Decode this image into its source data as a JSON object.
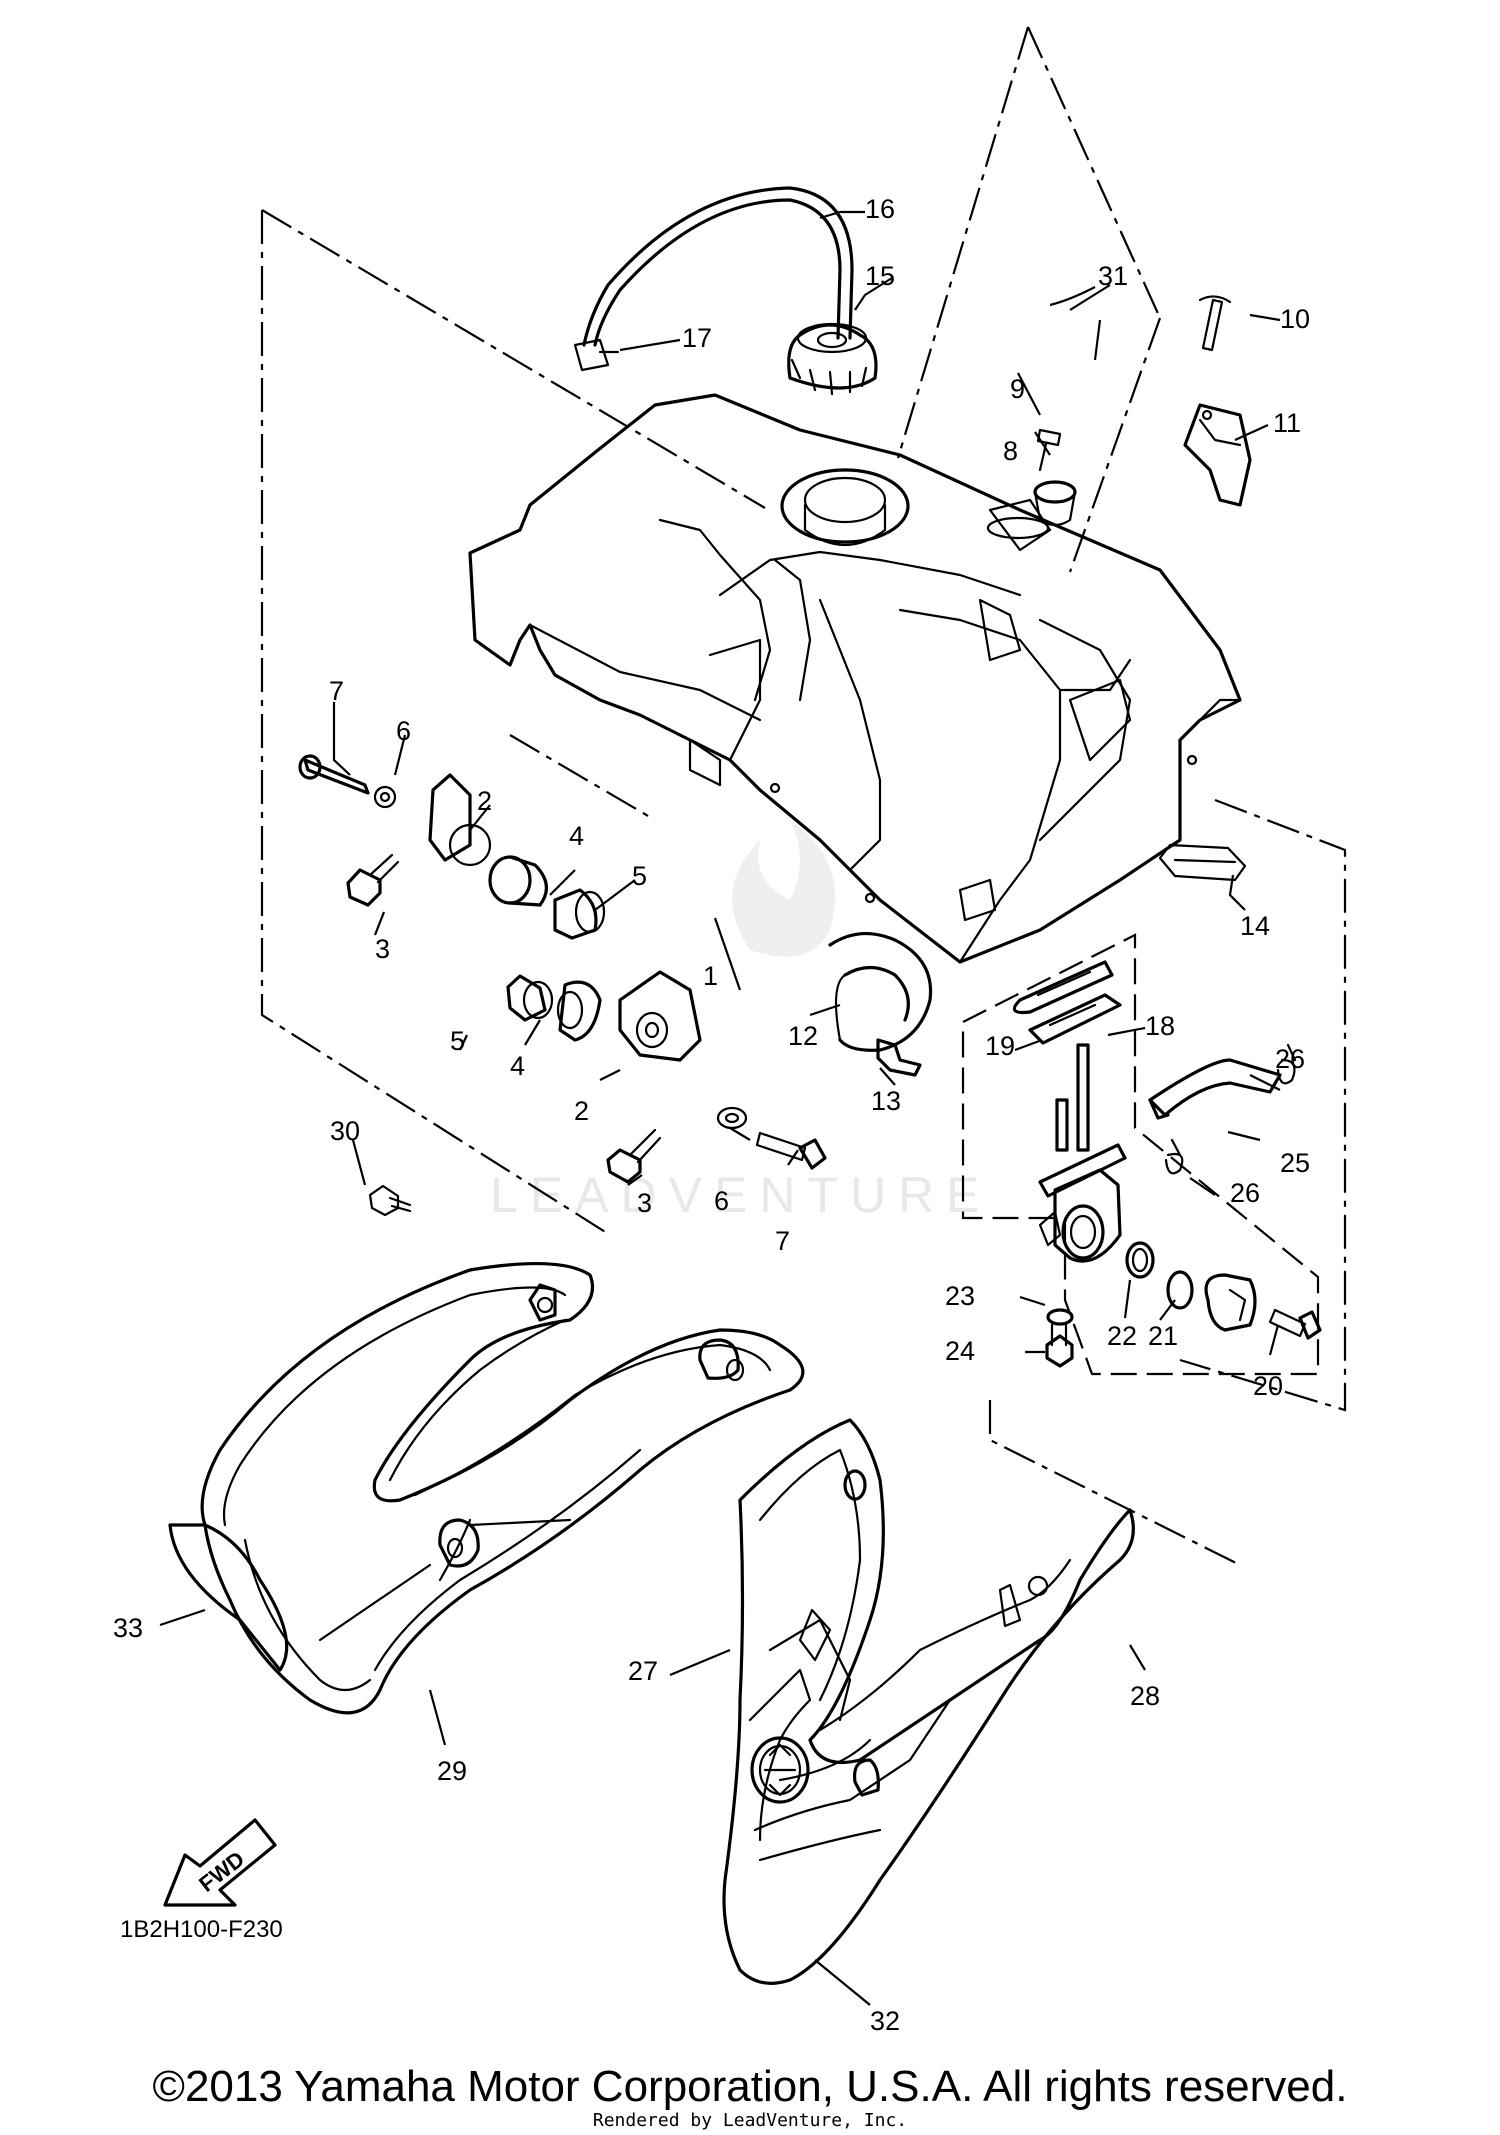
{
  "diagram": {
    "callouts": [
      {
        "number": "1"
      },
      {
        "number": "2"
      },
      {
        "number": "2"
      },
      {
        "number": "3"
      },
      {
        "number": "3"
      },
      {
        "number": "4"
      },
      {
        "number": "4"
      },
      {
        "number": "5"
      },
      {
        "number": "5"
      },
      {
        "number": "6"
      },
      {
        "number": "6"
      },
      {
        "number": "7"
      },
      {
        "number": "7"
      },
      {
        "number": "8"
      },
      {
        "number": "9"
      },
      {
        "number": "10"
      },
      {
        "number": "11"
      },
      {
        "number": "12"
      },
      {
        "number": "13"
      },
      {
        "number": "14"
      },
      {
        "number": "15"
      },
      {
        "number": "16"
      },
      {
        "number": "17"
      },
      {
        "number": "18"
      },
      {
        "number": "19"
      },
      {
        "number": "20"
      },
      {
        "number": "21"
      },
      {
        "number": "22"
      },
      {
        "number": "23"
      },
      {
        "number": "24"
      },
      {
        "number": "25"
      },
      {
        "number": "26"
      },
      {
        "number": "26"
      },
      {
        "number": "27"
      },
      {
        "number": "28"
      },
      {
        "number": "29"
      },
      {
        "number": "30"
      },
      {
        "number": "31"
      },
      {
        "number": "32"
      },
      {
        "number": "33"
      }
    ],
    "diagram_code": "1B2H100-F230",
    "fwd_label": "FWD",
    "watermark": "LEADVENTURE"
  },
  "footer": {
    "copyright": "©2013 Yamaha Motor Corporation, U.S.A. All rights reserved.",
    "rendered_by": "Rendered by LeadVenture, Inc."
  }
}
